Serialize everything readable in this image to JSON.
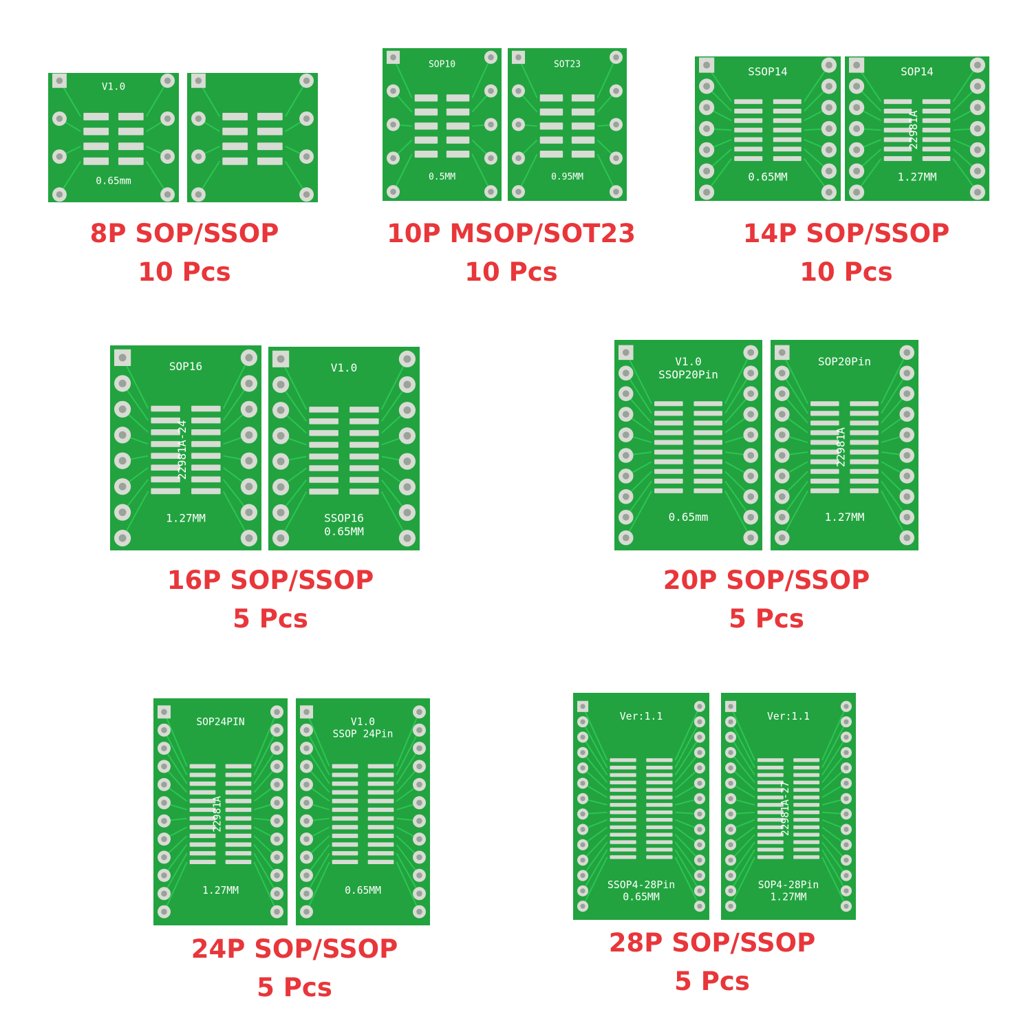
{
  "colors": {
    "pcb": "#22a33f",
    "pcb_light": "#2fb54c",
    "trace": "#2cc552",
    "pad": "#d8dcd4",
    "pad_hole": "#9aa29a",
    "silk": "#ffffff",
    "caption": "#e8363a"
  },
  "kits": [
    {
      "id": "8p",
      "title": "8P SOP/SSOP",
      "qty": "10 Pcs",
      "boards": [
        {
          "pins": 8,
          "texts": {
            "top": "V1.0",
            "bottom": "0.65mm"
          }
        },
        {
          "pins": 8,
          "texts": {}
        }
      ]
    },
    {
      "id": "10p",
      "title": "10P MSOP/SOT23",
      "qty": "10 Pcs",
      "boards": [
        {
          "pins": 10,
          "texts": {
            "top": "SOP10",
            "bottom": "0.5MM"
          }
        },
        {
          "pins": 10,
          "texts": {
            "top": "SOT23",
            "bottom": "0.95MM"
          }
        }
      ]
    },
    {
      "id": "14p",
      "title": "14P SOP/SSOP",
      "qty": "10 Pcs",
      "boards": [
        {
          "pins": 14,
          "texts": {
            "top": "SSOP14",
            "bottom": "0.65MM"
          }
        },
        {
          "pins": 14,
          "texts": {
            "top": "SOP14",
            "bottom": "1.27MM",
            "vertical": "22981A"
          }
        }
      ]
    },
    {
      "id": "16p",
      "title": "16P SOP/SSOP",
      "qty": "5 Pcs",
      "boards": [
        {
          "pins": 16,
          "texts": {
            "top": "SOP16",
            "bottom": "1.27MM",
            "vertical": "22981A-24"
          }
        },
        {
          "pins": 16,
          "texts": {
            "top": "V1.0",
            "bottom": "SSOP16",
            "bottom2": "0.65MM"
          }
        }
      ]
    },
    {
      "id": "20p",
      "title": "20P SOP/SSOP",
      "qty": "5 Pcs",
      "boards": [
        {
          "pins": 20,
          "texts": {
            "top": "V1.0",
            "top2": "SSOP20Pin",
            "bottom": "0.65mm"
          }
        },
        {
          "pins": 20,
          "texts": {
            "top": "SOP20Pin",
            "bottom": "1.27MM",
            "vertical": "22981A"
          }
        }
      ]
    },
    {
      "id": "24p",
      "title": "24P SOP/SSOP",
      "qty": "5 Pcs",
      "boards": [
        {
          "pins": 24,
          "texts": {
            "top": "SOP24PIN",
            "bottom": "1.27MM",
            "vertical": "22981A"
          }
        },
        {
          "pins": 24,
          "texts": {
            "top": "V1.0",
            "top2": "SSOP 24Pin",
            "bottom": "0.65MM"
          }
        }
      ]
    },
    {
      "id": "28p",
      "title": "28P SOP/SSOP",
      "qty": "5 Pcs",
      "boards": [
        {
          "pins": 28,
          "texts": {
            "top": "Ver:1.1",
            "bottom": "SSOP4-28Pin",
            "bottom2": "0.65MM"
          }
        },
        {
          "pins": 28,
          "texts": {
            "top": "Ver:1.1",
            "bottom": "SOP4-28Pin",
            "bottom2": "1.27MM",
            "vertical": "22981A-27"
          }
        }
      ]
    }
  ]
}
